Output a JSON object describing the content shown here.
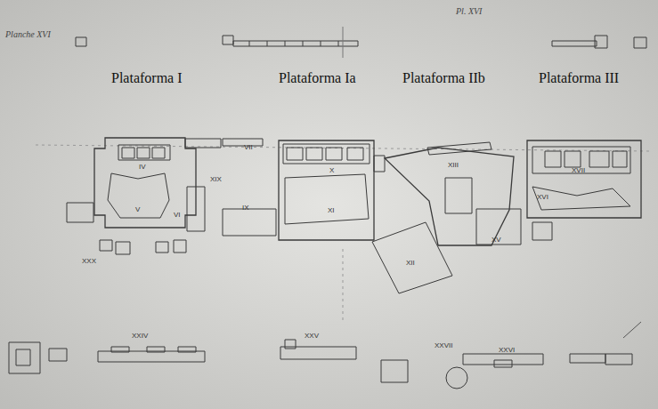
{
  "diagram": {
    "labels": [
      "Planche XVI",
      "Pl. XVI",
      "Plataforma I",
      "Plataforma Ia",
      "Plataforma IIb",
      "Plataforma III",
      "IV",
      "V",
      "VI",
      "XIX",
      "VII",
      "X",
      "XI",
      "IX",
      "XII",
      "XIII",
      "XV",
      "XVII",
      "XVI",
      "XXX",
      "XXIV",
      "XXV",
      "XXVII",
      "XXVI"
    ]
  }
}
